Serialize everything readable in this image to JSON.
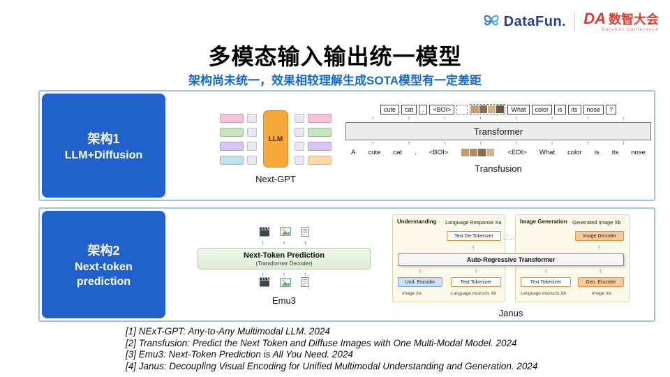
{
  "header": {
    "datafun_wordmark": "DataFun.",
    "conf_abbr": "DA",
    "conf_name": "数智大会",
    "conf_tagline": "Data&AI Conference"
  },
  "title": "多模态输入输出统一模型",
  "subtitle": "架构尚未统一，效果相较理解生成SOTA模型有一定差距",
  "icons": {
    "up_arrow": "↑",
    "dots": "……"
  },
  "arch1": {
    "label_line1": "架构1",
    "label_line2": "LLM+Diffusion",
    "nextgpt": {
      "llm_label": "LLM",
      "caption": "Next-GPT"
    },
    "transfusion": {
      "caption": "Transfusion",
      "transformer_label": "Transformer",
      "top_tokens_left": [
        "cute",
        "cat",
        ".",
        "<BOI>"
      ],
      "top_tokens_right": [
        "What",
        "color",
        "is",
        "its",
        "nose",
        "?"
      ],
      "bottom_tokens_left": [
        "A",
        "cute",
        "cat",
        ".",
        "<BOI>"
      ],
      "bottom_tokens_right": [
        "<EOI>",
        "What",
        "color",
        "is",
        "its",
        "nose"
      ]
    }
  },
  "arch2": {
    "label_line1": "架构2",
    "label_line2": "Next-token",
    "label_line3": "prediction",
    "emu3": {
      "caption": "Emu3",
      "box_title": "Next-Token Prediction",
      "box_subtitle": "(Transformer Decoder)"
    },
    "janus": {
      "caption": "Janus",
      "understanding_header": "Understanding",
      "generation_header": "Image Generation",
      "language_response": "Language Response Xa",
      "generated_image": "Generated Image Xb",
      "text_detokenizer": "Text De-Tokenizer",
      "image_decoder": "Image Decoder",
      "und_encoder": "Und. Encoder",
      "text_tokenizer1": "Text Tokenizer",
      "text_tokenizer2": "Text Tokenizer",
      "gen_encoder": "Gen. Encoder",
      "input_image_left": "Image Xa",
      "input_text_left": "Language Instructs Xb",
      "input_text_right": "Language Instructs Xb",
      "input_image_right": "Image Xa"
    }
  },
  "references": [
    "[1] NExT-GPT: Any-to-Any Multimodal LLM. 2024",
    "[2] Transfusion: Predict the Next Token and Diffuse Images with One Multi-Modal Model. 2024",
    "[3] Emu3: Next-Token Prediction is All You Need. 2024",
    "[4] Janus: Decoupling Visual Encoding for Unified Multimodal Understanding and Generation. 2024"
  ]
}
